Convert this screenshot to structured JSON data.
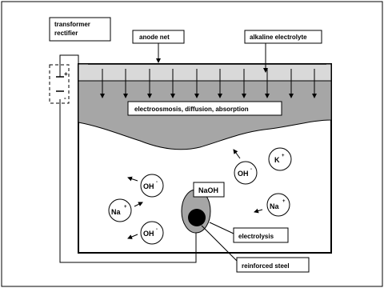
{
  "labels": {
    "transformer_line1": "transformer",
    "transformer_line2": "rectifier",
    "anode_net": "anode net",
    "alkaline_electrolyte": "alkaline electrolyte",
    "process": "electroosmosis, diffusion, absorption",
    "naoh": "NaOH",
    "electrolysis": "electrolysis",
    "reinforced_steel": "reinforced steel"
  },
  "terminals": {
    "positive": "+",
    "negative": "-"
  },
  "ions": {
    "oh_top": {
      "base": "OH",
      "charge": "-"
    },
    "k": {
      "base": "K",
      "charge": "+"
    },
    "oh_left": {
      "base": "OH",
      "charge": "-"
    },
    "na_left": {
      "base": "Na",
      "charge": "+"
    },
    "na_right": {
      "base": "Na",
      "charge": "+"
    },
    "oh_bottom": {
      "base": "OH",
      "charge": "-"
    }
  },
  "colors": {
    "electrolyte_band": "#d9d9d9",
    "diffusion_zone": "#a6a6a6",
    "steel_halo": "#a6a6a6",
    "steel": "#000000",
    "line": "#000000",
    "background": "#ffffff"
  }
}
